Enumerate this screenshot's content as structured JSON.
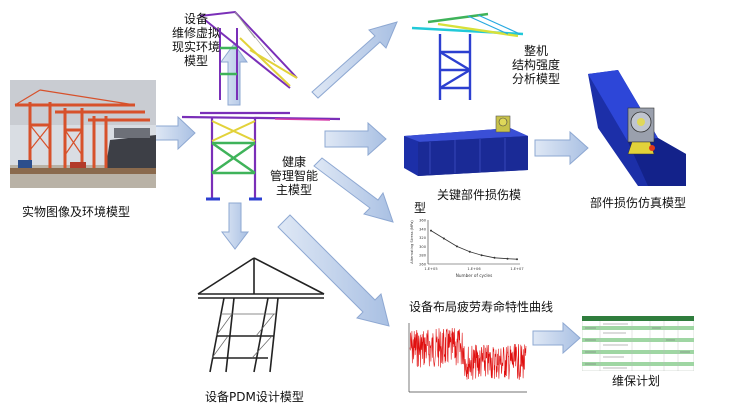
{
  "labels": {
    "photo_caption": "实物图像及环境模型",
    "vr_model": [
      "设备",
      "维修虚拟",
      "现实环境",
      "模型"
    ],
    "strength_model": [
      "整机",
      "结构强度",
      "分析模型"
    ],
    "health_model": [
      "健康",
      "管理智能",
      "主模型"
    ],
    "key_parts_model": "关键部件损伤模",
    "key_parts_model_tail": "型",
    "part_damage_sim": "部件损伤仿真模型",
    "pdm_model": "设备PDM设计模型",
    "fatigue_curve": "设备布局疲劳寿命特性曲线",
    "maintenance_plan": "维保计划"
  },
  "sn_curve": {
    "xlabel": "Number of cycles",
    "ylabel": "Alternating Stress (MPa)",
    "x_ticks": [
      "1.E+05",
      "1.E+06",
      "1.E+07"
    ],
    "y_ticks": [
      "360",
      "340",
      "320",
      "300",
      "280",
      "260"
    ],
    "points": [
      [
        100000,
        336
      ],
      [
        200000,
        318
      ],
      [
        400000,
        300
      ],
      [
        800000,
        288
      ],
      [
        1500000,
        280
      ],
      [
        3000000,
        274
      ],
      [
        6000000,
        272
      ],
      [
        10000000,
        271
      ]
    ]
  },
  "colors": {
    "arrow_fill": "#b9cbe6",
    "arrow_stroke": "#8ea8d2",
    "crane_orange": "#d7512b",
    "fem_green": "#3fb35a",
    "fem_blue": "#2c3fd0",
    "signal_red": "#e01010"
  }
}
